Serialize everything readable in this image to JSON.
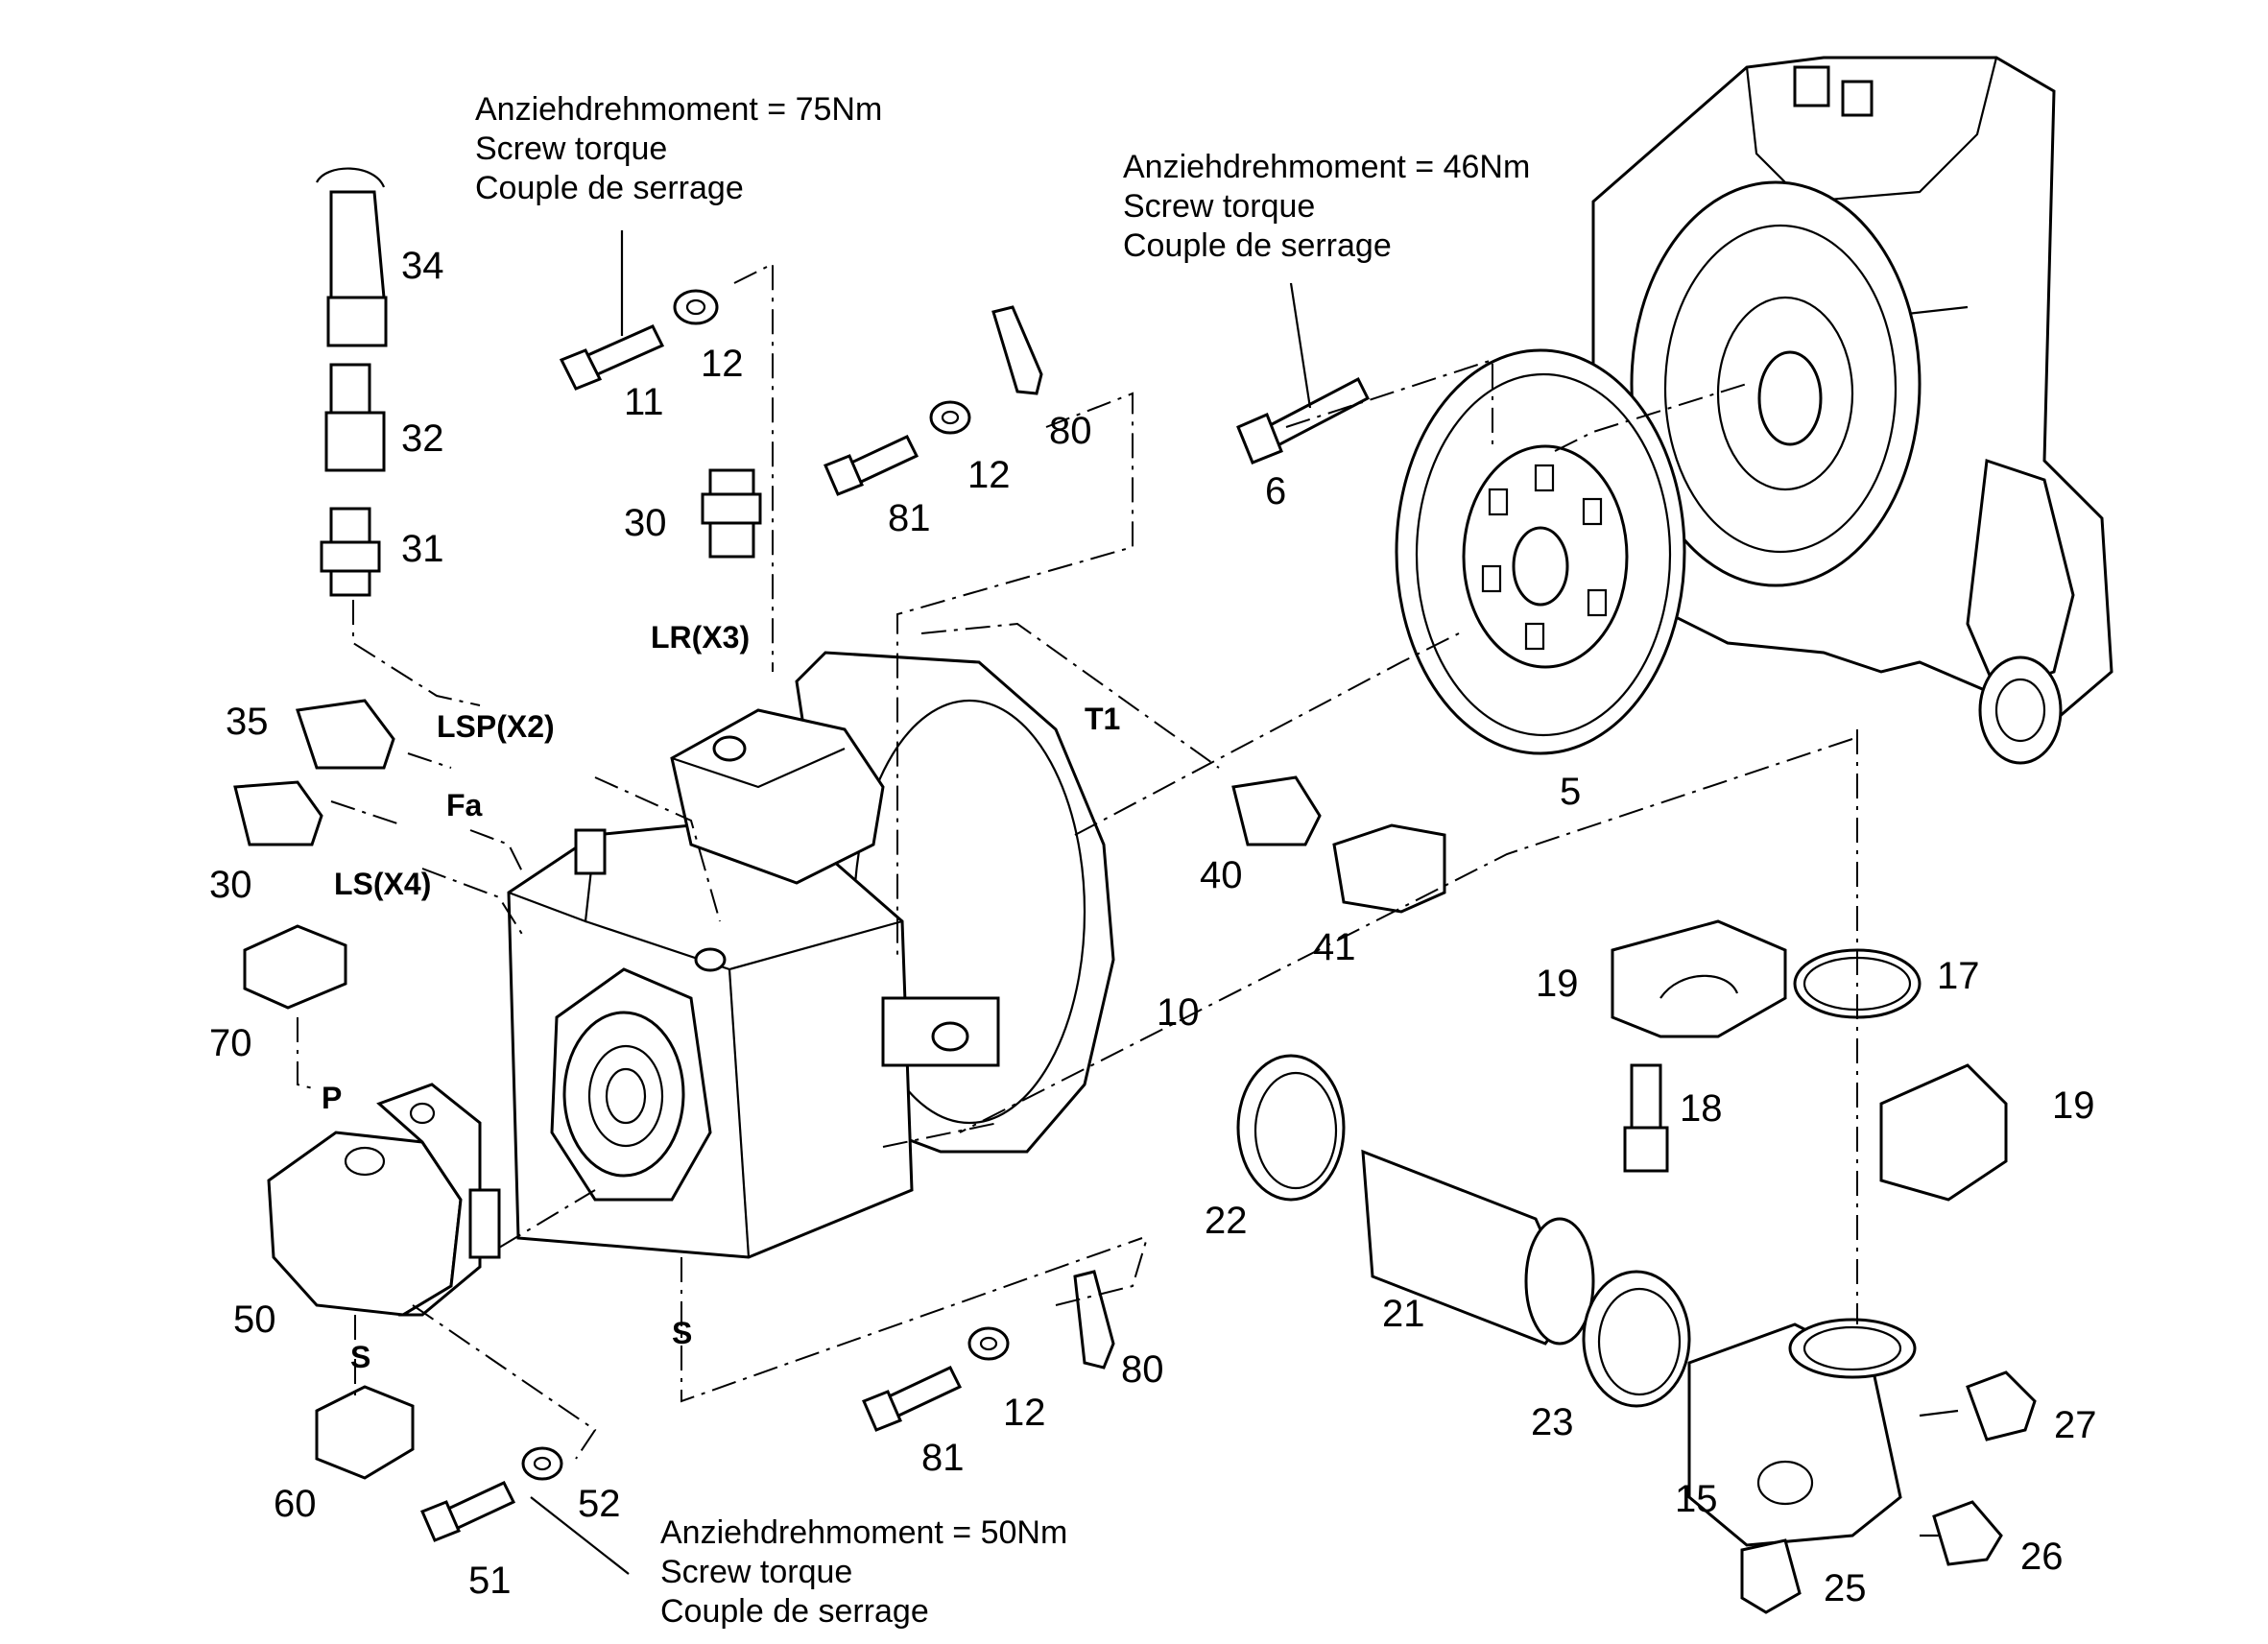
{
  "torque_notes": [
    {
      "lines": [
        "Anziehdrehmoment = 75Nm",
        "Screw torque",
        "Couple de serrage"
      ]
    },
    {
      "lines": [
        "Anziehdrehmoment = 46Nm",
        "Screw torque",
        "Couple de serrage"
      ]
    },
    {
      "lines": [
        "Anziehdrehmoment = 50Nm",
        "Screw torque",
        "Couple de serrage"
      ]
    }
  ],
  "ports": [
    "LR(X3)",
    "LSP(X2)",
    "T1",
    "Fa",
    "LS(X4)",
    "P",
    "S",
    "S"
  ],
  "part_numbers": [
    "34",
    "32",
    "31",
    "35",
    "30",
    "70",
    "50",
    "60",
    "51",
    "52",
    "11",
    "12",
    "30",
    "81",
    "12",
    "80",
    "6",
    "5",
    "40",
    "41",
    "10",
    "19",
    "17",
    "18",
    "19",
    "22",
    "21",
    "23",
    "15",
    "27",
    "26",
    "25",
    "81",
    "12",
    "80"
  ]
}
